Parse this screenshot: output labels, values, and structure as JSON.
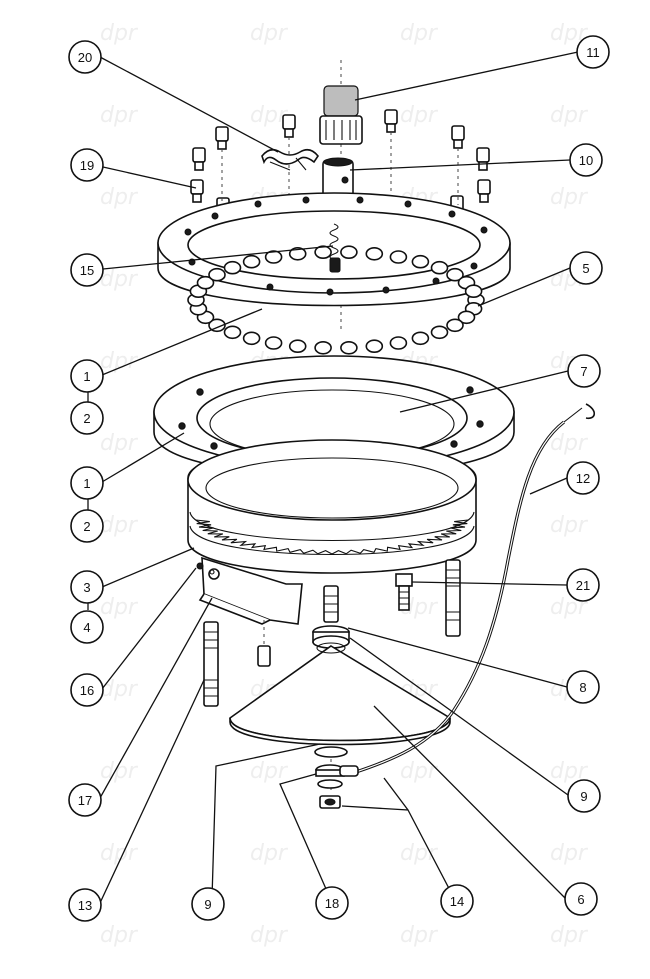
{
  "diagram": {
    "callouts": [
      {
        "id": "c20",
        "label": "20"
      },
      {
        "id": "c11",
        "label": "11"
      },
      {
        "id": "c19",
        "label": "19"
      },
      {
        "id": "c10",
        "label": "10"
      },
      {
        "id": "c15",
        "label": "15"
      },
      {
        "id": "c5",
        "label": "5"
      },
      {
        "id": "c1a",
        "label": "1"
      },
      {
        "id": "c2a",
        "label": "2"
      },
      {
        "id": "c7",
        "label": "7"
      },
      {
        "id": "c1b",
        "label": "1"
      },
      {
        "id": "c12",
        "label": "12"
      },
      {
        "id": "c2b",
        "label": "2"
      },
      {
        "id": "c3",
        "label": "3"
      },
      {
        "id": "c21",
        "label": "21"
      },
      {
        "id": "c4",
        "label": "4"
      },
      {
        "id": "c8",
        "label": "8"
      },
      {
        "id": "c16",
        "label": "16"
      },
      {
        "id": "c9a",
        "label": "9"
      },
      {
        "id": "c17",
        "label": "17"
      },
      {
        "id": "c13",
        "label": "13"
      },
      {
        "id": "c9b",
        "label": "9"
      },
      {
        "id": "c18",
        "label": "18"
      },
      {
        "id": "c14",
        "label": "14"
      },
      {
        "id": "c6",
        "label": "6"
      }
    ],
    "watermark": "dpr",
    "colors": {
      "line": "#111111",
      "background": "#ffffff",
      "watermark": "#cfcfcf"
    }
  }
}
